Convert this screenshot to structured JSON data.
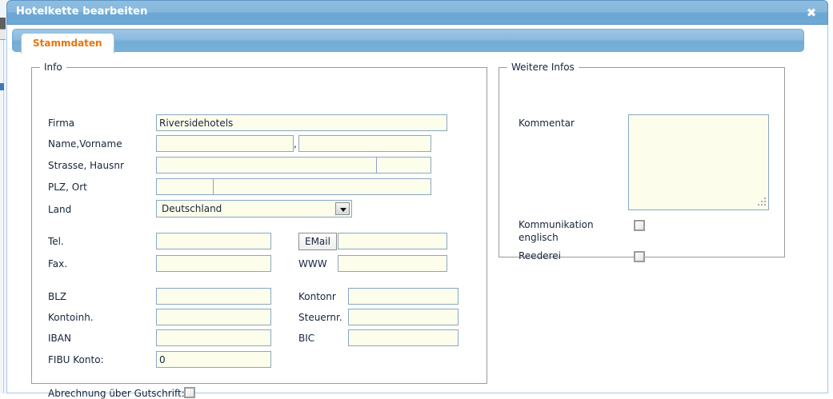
{
  "window": {
    "title": "Hotelkette bearbeiten",
    "close_icon": "close-icon",
    "close_glyph": "✖"
  },
  "tabs": [
    {
      "label": "Stammdaten",
      "active": true
    }
  ],
  "colors": {
    "titlebar_top": "#8fbddf",
    "titlebar_bottom": "#6ea8d5",
    "tab_text": "#e8740c",
    "field_bg": "#fdfdec",
    "field_border": "#89a7c2",
    "fieldset_border": "#9a9a9a"
  },
  "info": {
    "legend": "Info",
    "fields": {
      "firma": {
        "label": "Firma",
        "value": "Riversidehotels",
        "placeholder": ""
      },
      "name": {
        "label": "Name,Vorname",
        "value": "",
        "value2": "",
        "separator": ","
      },
      "strasse": {
        "label": "Strasse, Hausnr",
        "value": "",
        "value2": ""
      },
      "plz_ort": {
        "label": "PLZ, Ort",
        "value": "",
        "value2": ""
      },
      "land": {
        "label": "Land",
        "value": "Deutschland",
        "options": [
          "Deutschland"
        ]
      },
      "tel": {
        "label": "Tel.",
        "value": ""
      },
      "fax": {
        "label": "Fax.",
        "value": ""
      },
      "email": {
        "label": "EMail",
        "value": ""
      },
      "www": {
        "label": "WWW",
        "value": ""
      },
      "blz": {
        "label": "BLZ",
        "value": ""
      },
      "kontonr": {
        "label": "Kontonr",
        "value": ""
      },
      "kontoinh": {
        "label": "Kontoinh.",
        "value": ""
      },
      "steuernr": {
        "label": "Steuernr.",
        "value": ""
      },
      "iban": {
        "label": "IBAN",
        "value": ""
      },
      "bic": {
        "label": "BIC",
        "value": ""
      },
      "fibu": {
        "label": "FIBU Konto:",
        "value": "0"
      },
      "gutschrift": {
        "label": "Abrechnung über Gutschrift:",
        "checked": false
      }
    }
  },
  "weitere_infos": {
    "legend": "Weitere Infos",
    "fields": {
      "kommentar": {
        "label": "Kommentar",
        "value": ""
      },
      "kommunikation": {
        "label_line1": "Kommunikation",
        "label_line2": "englisch",
        "checked": false
      },
      "reederei": {
        "label": "Reederei",
        "checked": false
      }
    }
  }
}
